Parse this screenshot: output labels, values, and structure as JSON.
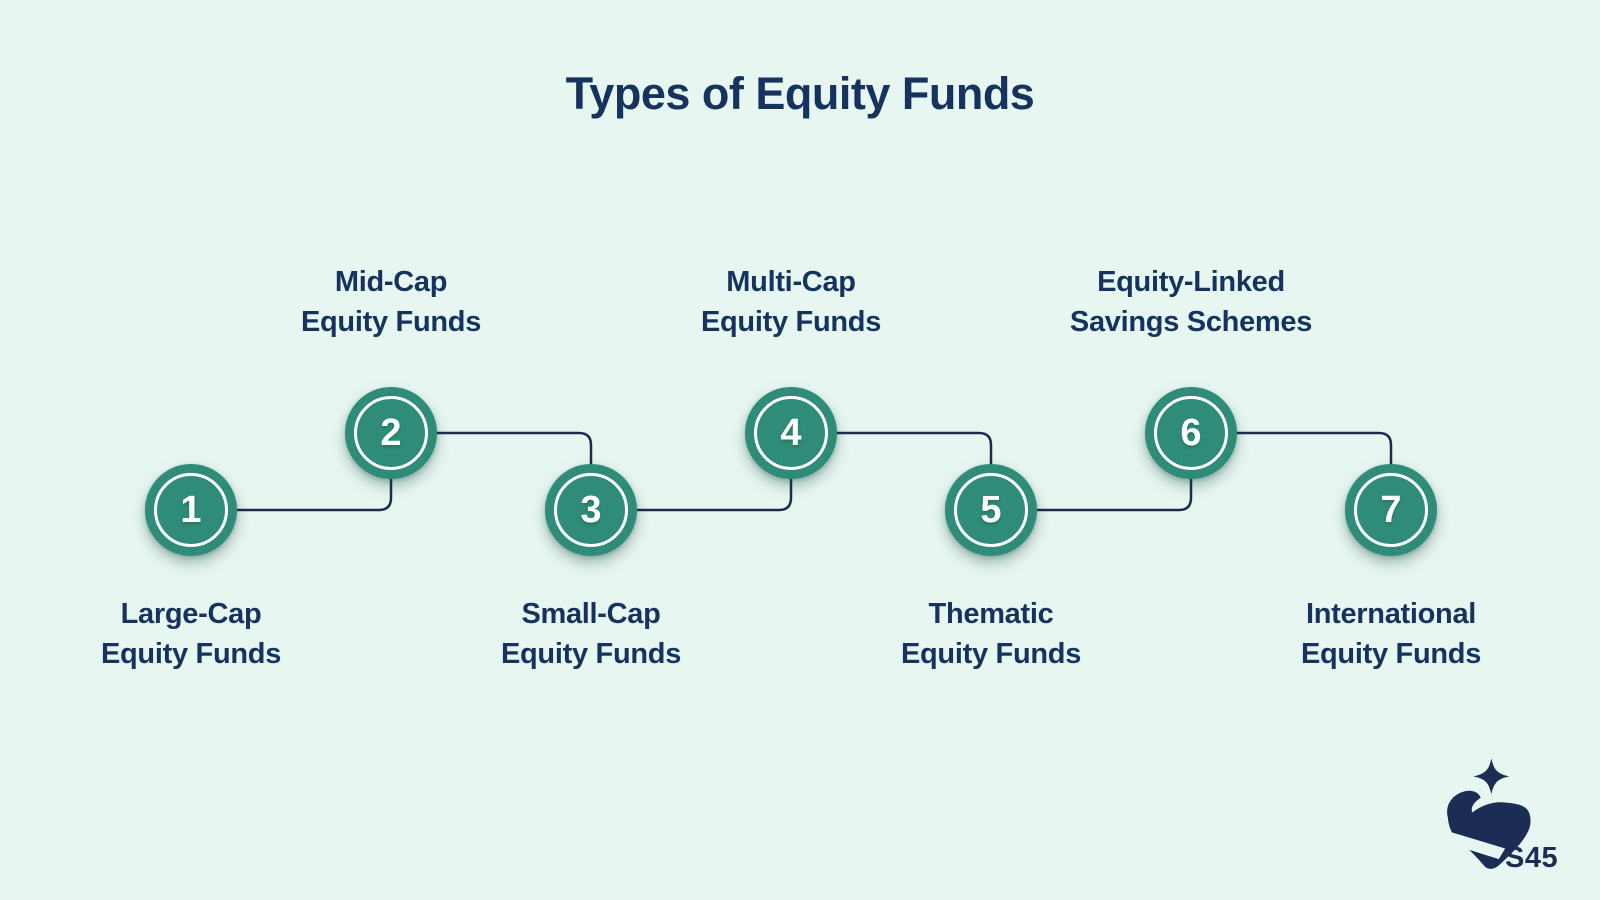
{
  "title": "Types of Equity Funds",
  "steps": [
    {
      "number": "1",
      "label_line1": "Large-Cap",
      "label_line2": "Equity Funds",
      "label_position": "bottom"
    },
    {
      "number": "2",
      "label_line1": "Mid-Cap",
      "label_line2": "Equity Funds",
      "label_position": "top"
    },
    {
      "number": "3",
      "label_line1": "Small-Cap",
      "label_line2": "Equity Funds",
      "label_position": "bottom"
    },
    {
      "number": "4",
      "label_line1": "Multi-Cap",
      "label_line2": "Equity Funds",
      "label_position": "top"
    },
    {
      "number": "5",
      "label_line1": "Thematic",
      "label_line2": "Equity Funds",
      "label_position": "bottom"
    },
    {
      "number": "6",
      "label_line1": "Equity-Linked",
      "label_line2": "Savings Schemes",
      "label_position": "top"
    },
    {
      "number": "7",
      "label_line1": "International",
      "label_line2": "Equity Funds",
      "label_position": "bottom"
    }
  ],
  "logo": {
    "text": "S45",
    "icon": "sparkle-bull-mark-icon"
  },
  "colors": {
    "background": "#e8f6f2",
    "circle_teal": "#2f8c78",
    "ring_white": "#ffffff",
    "text_navy": "#16335d",
    "connector_navy": "#1c2b4e",
    "logo_navy": "#1b2d55"
  }
}
